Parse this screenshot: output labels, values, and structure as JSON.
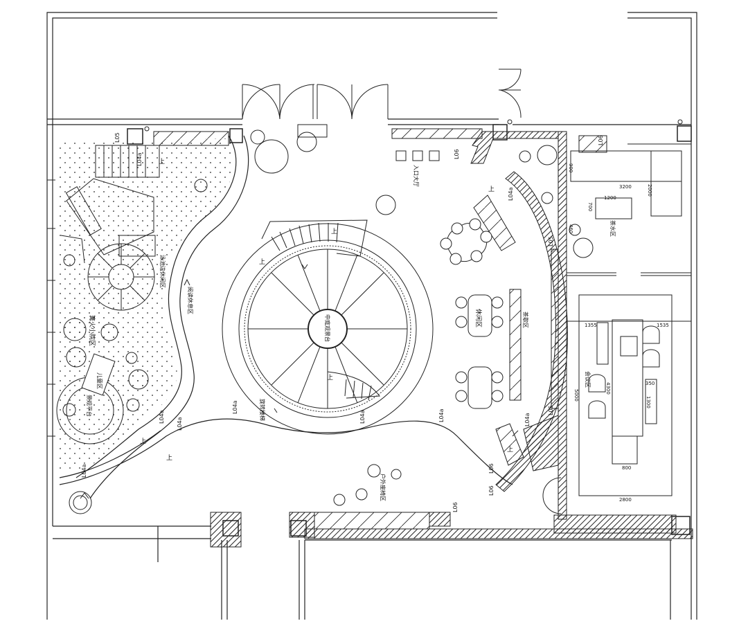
{
  "plan": {
    "area_labels": {
      "fire_pit": "篝火小院区",
      "lounge": "休闲区",
      "table_area": "茶歇区",
      "entrance_hall": "入口大厅",
      "stair": "旋转楼梯",
      "central_court": "中庭观景台",
      "meeting": "会议区",
      "tea_room": "茶水区",
      "outdoor_seats": "户外座椅区",
      "reading": "阅读休息区",
      "pool_side": "泳池边休闲区",
      "kids": "儿童区",
      "viewing_deck": "景观平台"
    },
    "level_marks": {
      "l05": "L05",
      "l04a": "L04a",
      "l06": "L06"
    },
    "dimensions": {
      "d3200": "3200",
      "d2000": "2000",
      "d900": "900",
      "d1200": "1200",
      "d700": "700",
      "d1355": "1355",
      "d1535": "1535",
      "d5000": "5000",
      "d350": "350",
      "d1300": "1300",
      "d800": "800",
      "d2800": "2800",
      "d460": "460",
      "d4300": "4300"
    },
    "stair_up": "上"
  }
}
